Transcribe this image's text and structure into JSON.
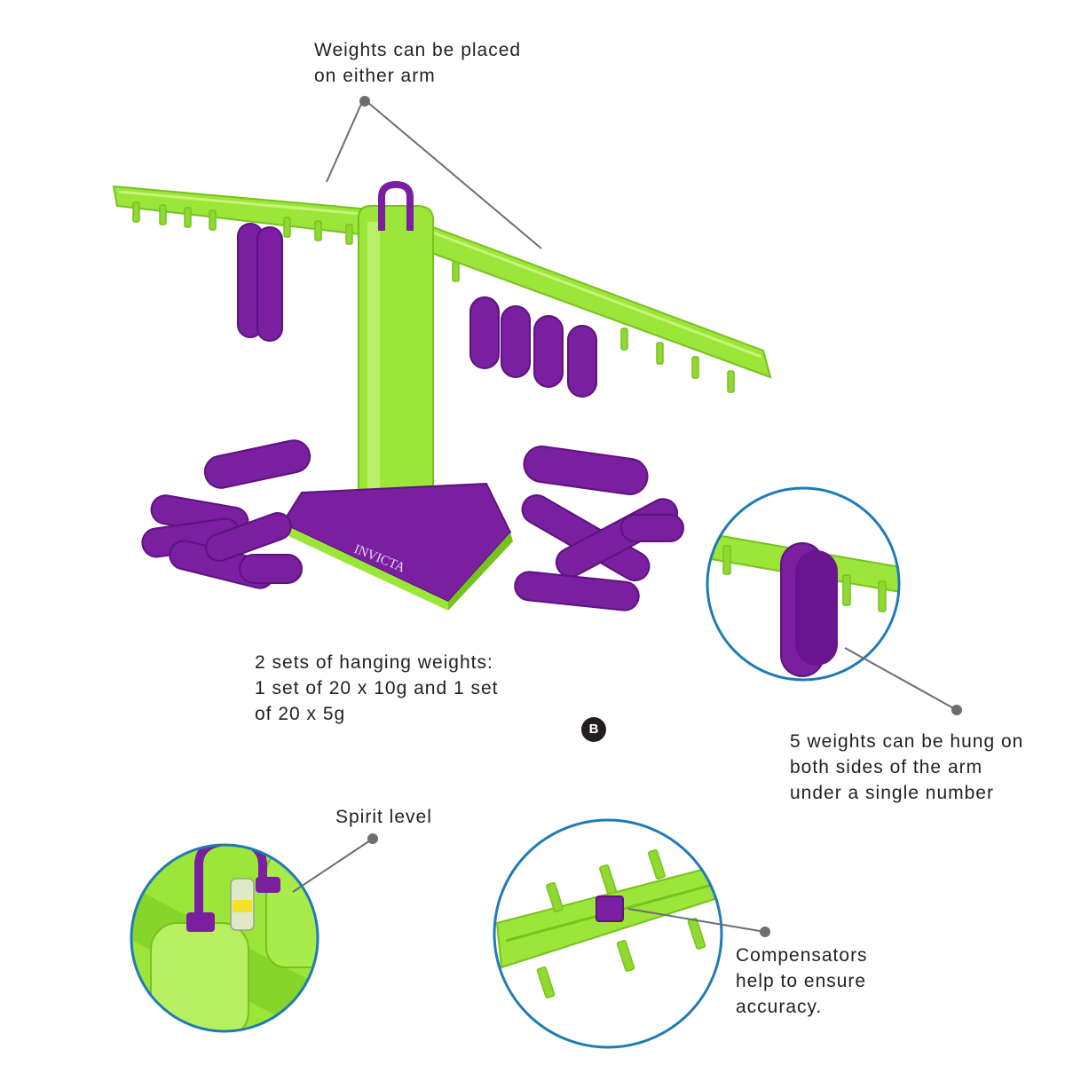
{
  "labels": {
    "arm": "Weights can be placed\non either arm",
    "sets": "2 sets of hanging weights:\n1 set of 20 x 10g and 1 set\nof 20 x 5g",
    "five": "5 weights can be hung on\nboth sides of the arm\nunder a single number",
    "spirit": "Spirit level",
    "compensators": "Compensators\nhelp to ensure\naccuracy."
  },
  "badge": "B",
  "brand": "INVICTA",
  "colors": {
    "lime": "#9ce639",
    "lime_dark": "#76c21f",
    "purple": "#7a1fa0",
    "purple_dark": "#5c1380",
    "circle_border": "#1f7bb5",
    "leader": "#6d6e71"
  }
}
